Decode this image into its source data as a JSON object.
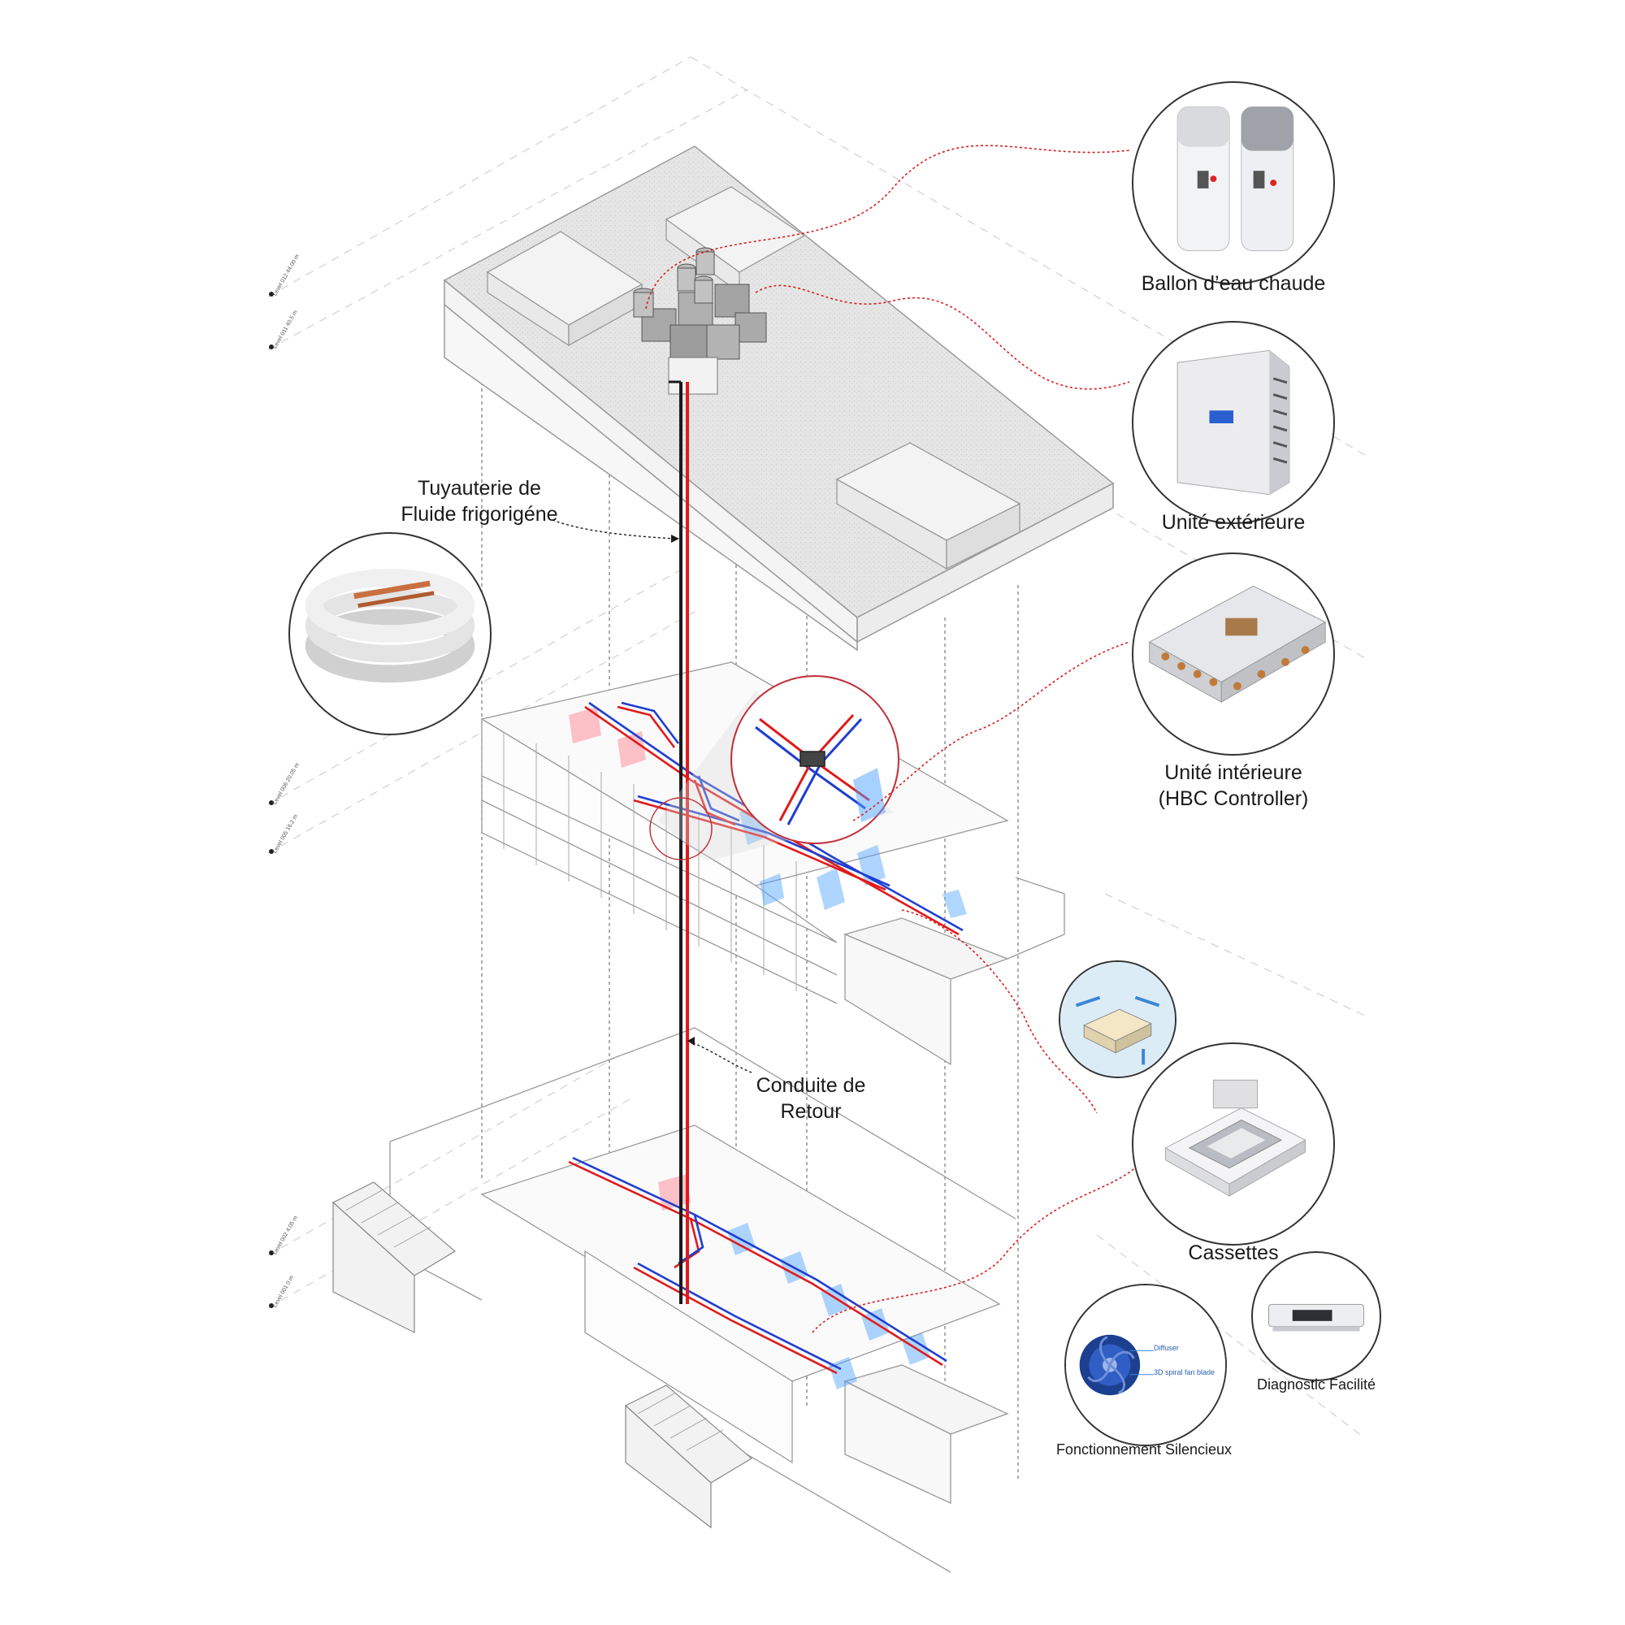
{
  "labels": {
    "hot_water_tank": "Ballon d’eau chaude",
    "outdoor_unit": "Unité extérieure",
    "indoor_unit_line1": "Unité intérieure",
    "indoor_unit_line2": "(HBC Controller)",
    "refrigerant_pipe_line1": "Tuyauterie de",
    "refrigerant_pipe_line2": "Fluide frigorigéne",
    "return_line1": "Conduite de",
    "return_line2": "Retour",
    "cassettes": "Cassettes",
    "diagnostic": "Diagnostic Facilité",
    "silent": "Fonctionnement Silencieux",
    "fan_diffuser": "Diffuser",
    "fan_blade": "3D spiral fan blade"
  },
  "levels": [
    {
      "name": "Level 012",
      "elev": "44.00 m"
    },
    {
      "name": "Level 011",
      "elev": "40.5 m"
    },
    {
      "name": "Level 006",
      "elev": "20.05 m"
    },
    {
      "name": "Level 005",
      "elev": "16.2 m"
    },
    {
      "name": "Level 002",
      "elev": "4.05 m"
    },
    {
      "name": "Level 001",
      "elev": "0 m"
    }
  ],
  "colors": {
    "hot_pipe": "#e01b1b",
    "cold_pipe": "#1f3fd0",
    "leader": "#d81f1f",
    "outline": "#9a9a9a",
    "cold_zone": "#4da3ff",
    "hot_zone": "#ff7a8a"
  }
}
